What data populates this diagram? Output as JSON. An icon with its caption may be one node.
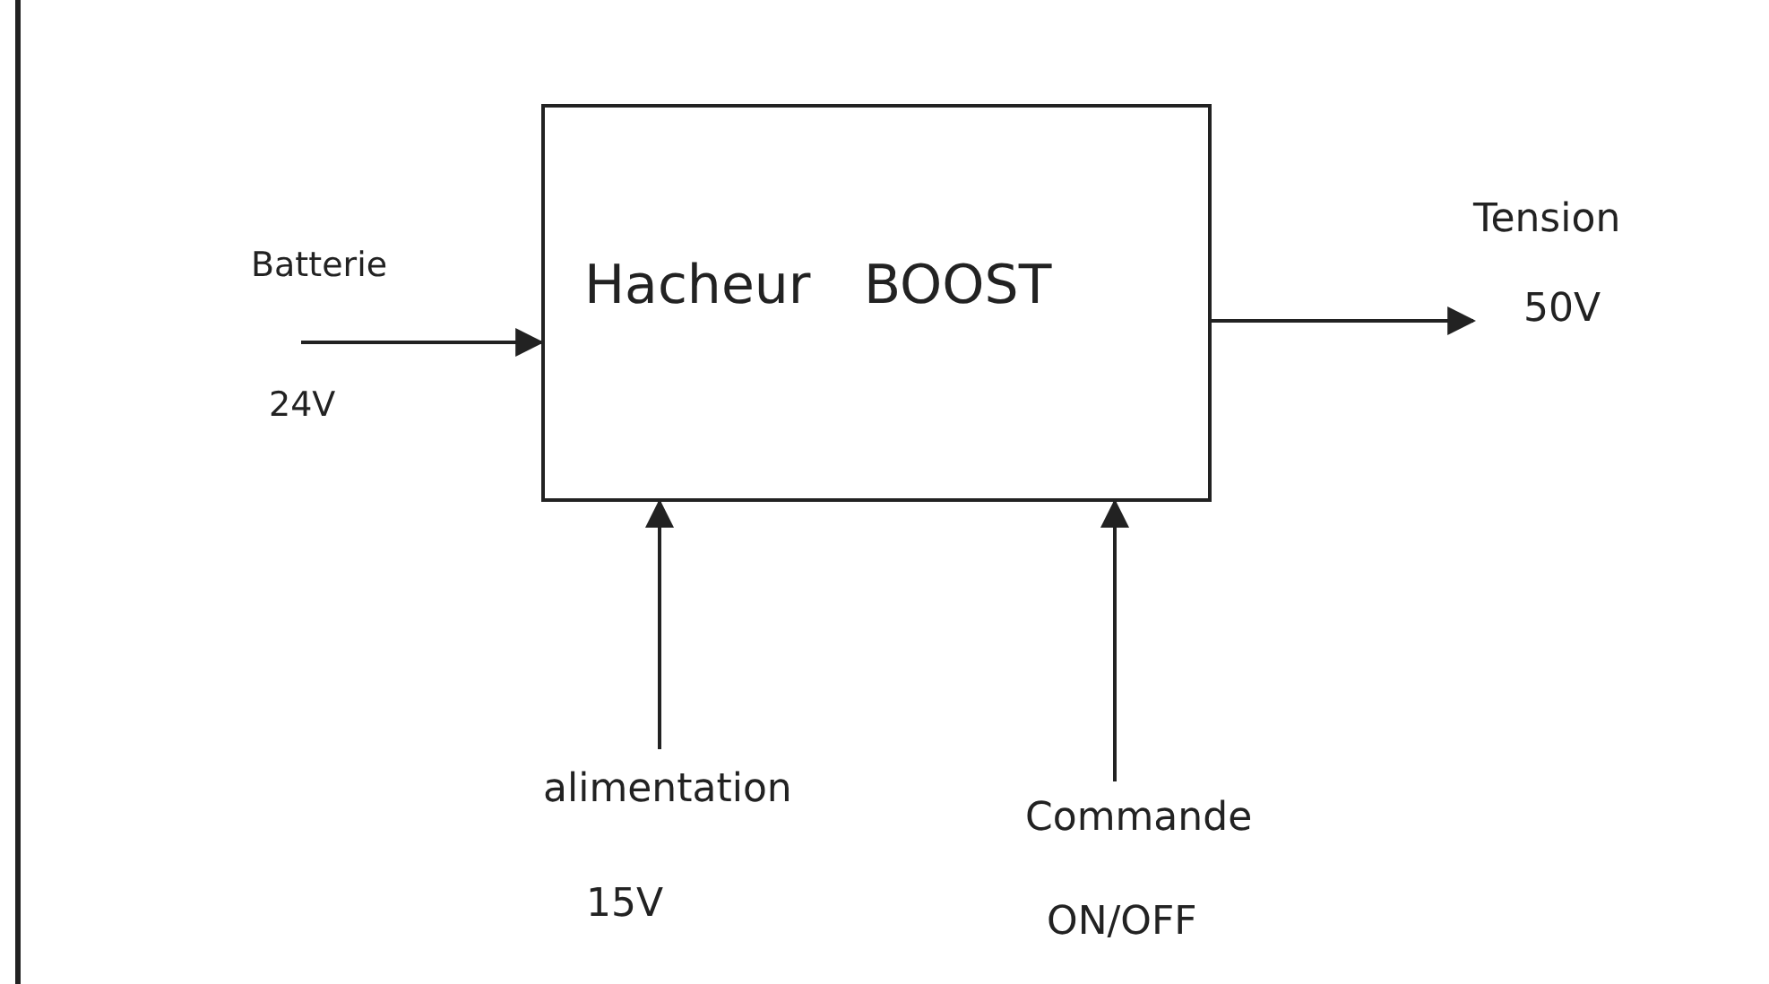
{
  "diagram": {
    "nodes": [
      {
        "text": [
          "Hacheur",
          "BOOST"
        ]
      },
      {
        "text": [
          "Batterie",
          "24V"
        ]
      },
      {
        "text": [
          "Tension",
          "50V"
        ]
      },
      {
        "text": [
          "alimentation",
          "15V"
        ]
      },
      {
        "text": [
          "Commande",
          "ON/OFF"
        ]
      }
    ],
    "edges": [
      {
        "from": 1,
        "to": 0,
        "arrow": "to"
      },
      {
        "from": 0,
        "to": 2,
        "arrow": "to"
      },
      {
        "from": 3,
        "to": 0,
        "arrow": "to"
      },
      {
        "from": 4,
        "to": 0,
        "arrow": "to"
      }
    ]
  }
}
